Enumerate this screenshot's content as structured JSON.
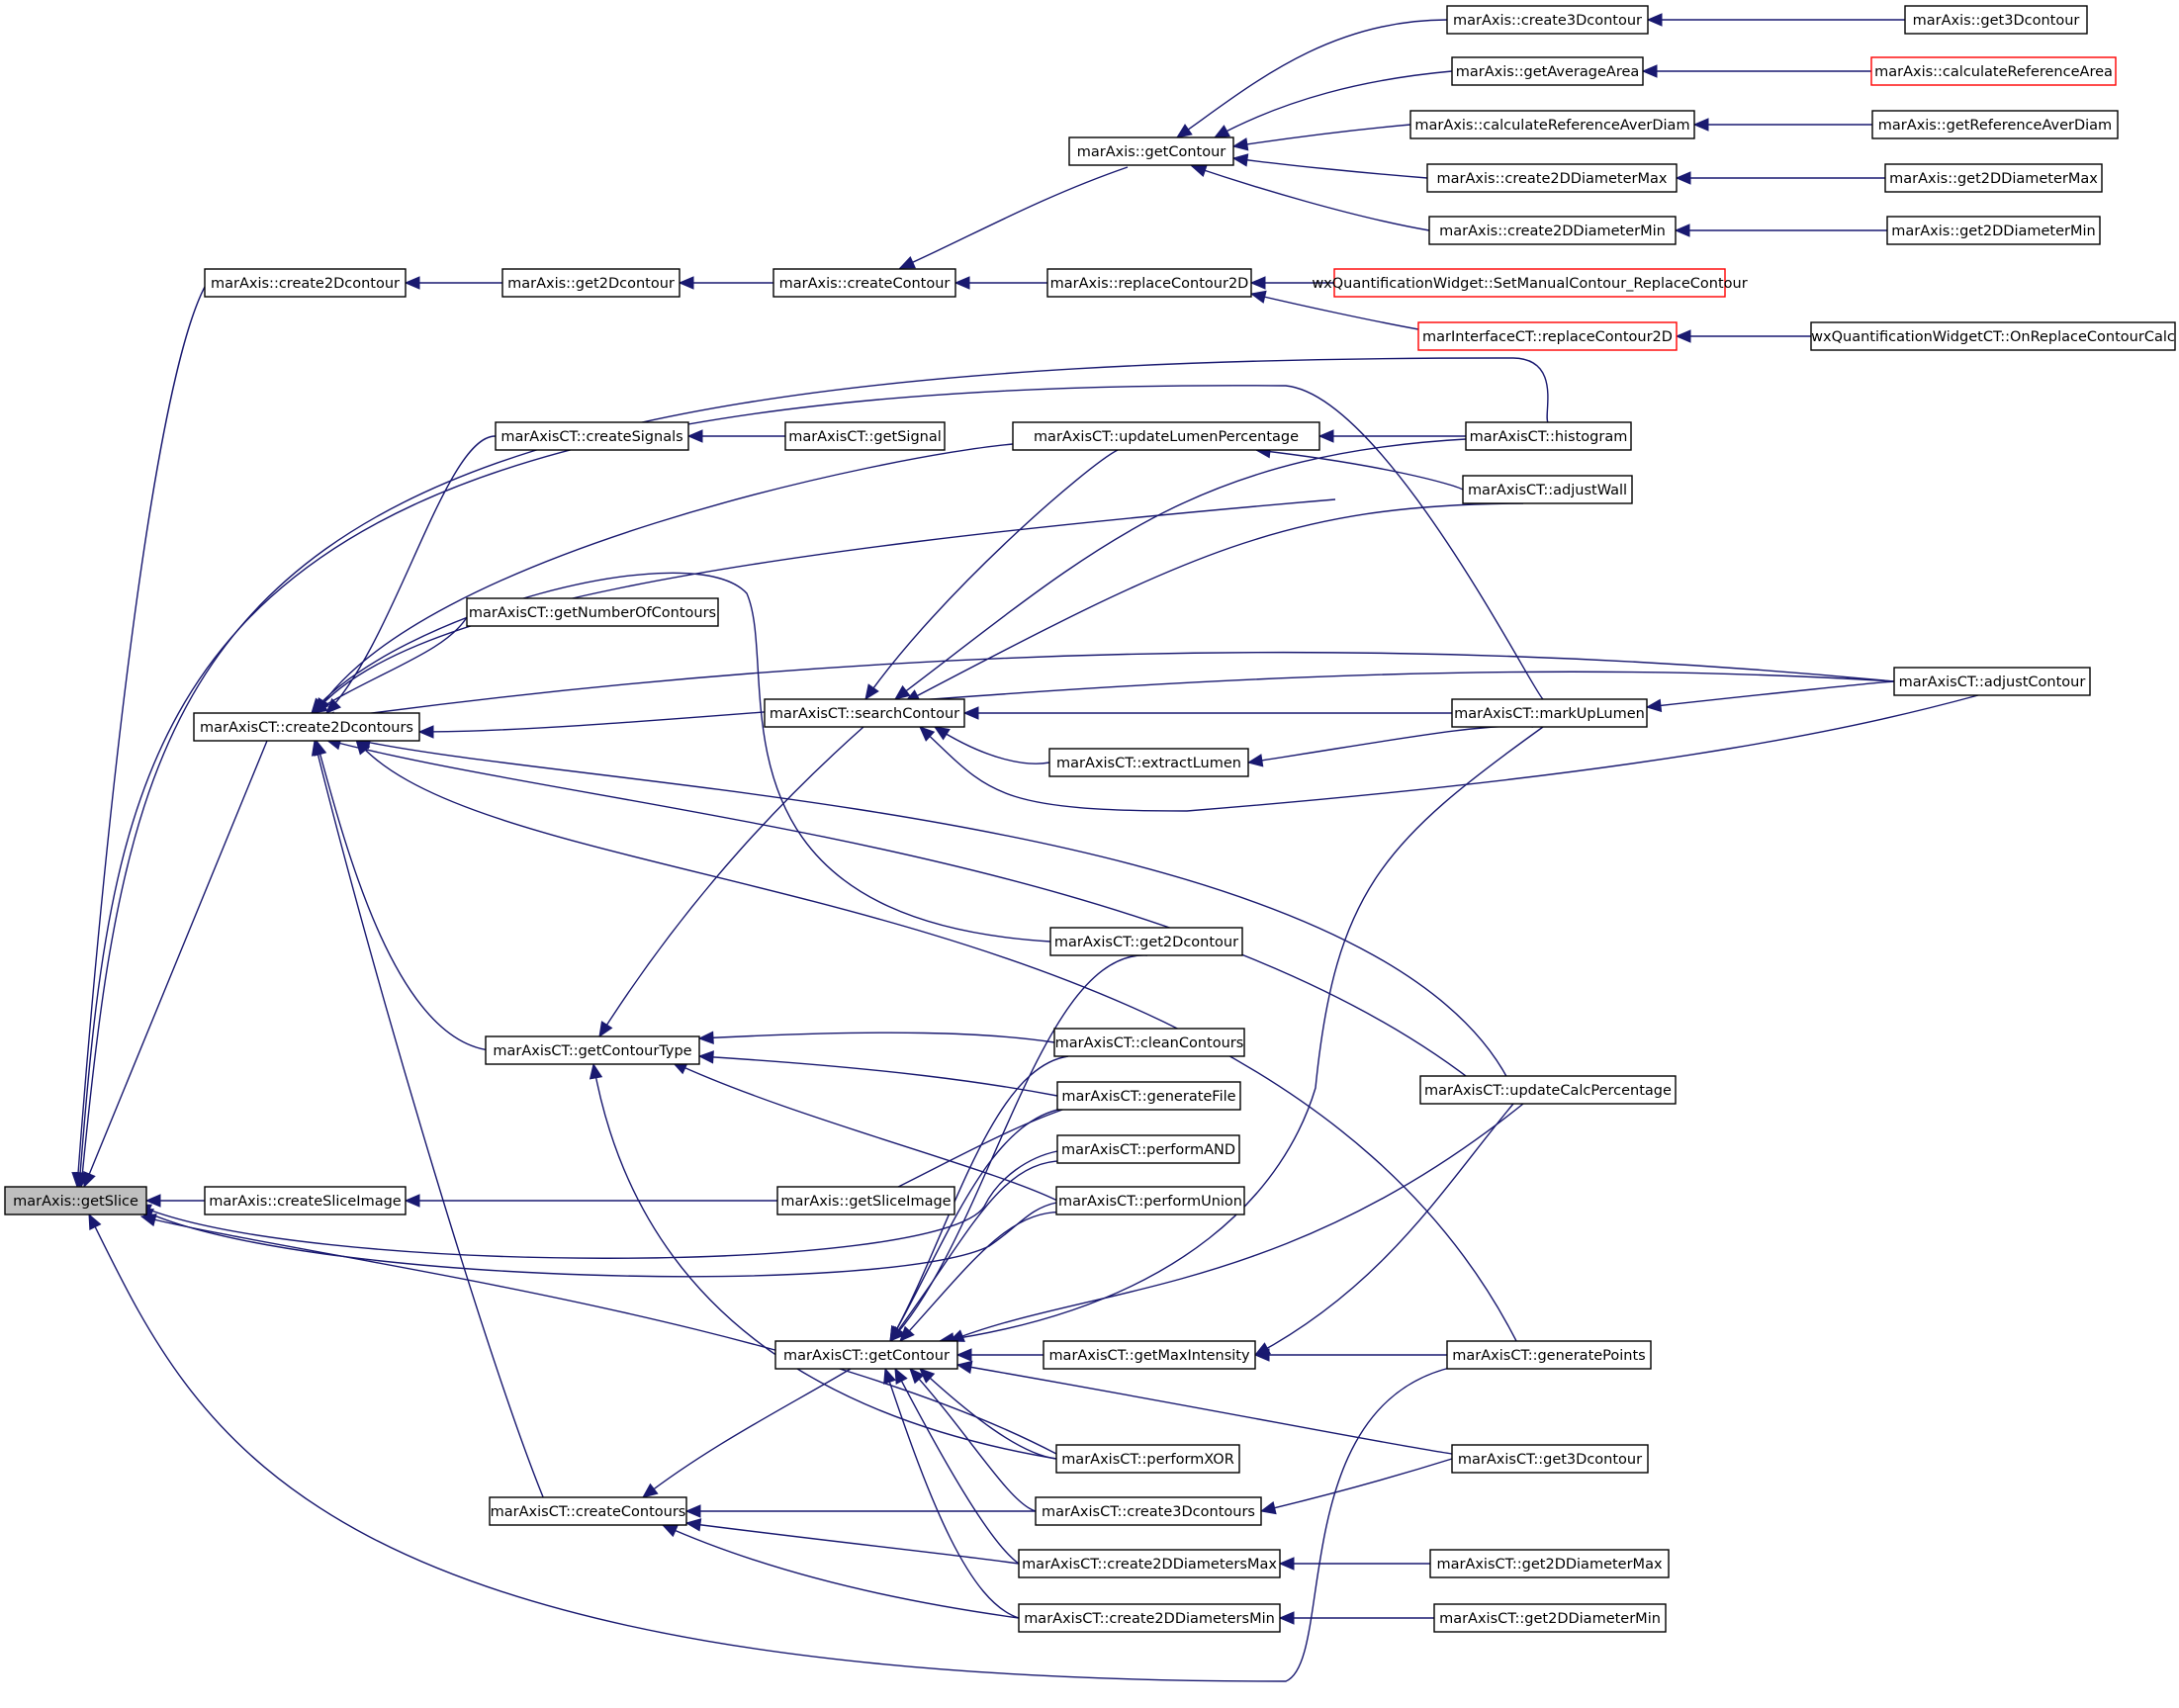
{
  "diagram": {
    "nodes": [
      {
        "id": "n0",
        "label": "marAxis::getSlice",
        "style": "root"
      },
      {
        "id": "n1",
        "label": "marAxis::create2Dcontour",
        "style": "normal"
      },
      {
        "id": "n2",
        "label": "marAxis::get2Dcontour",
        "style": "normal"
      },
      {
        "id": "n3",
        "label": "marAxis::createContour",
        "style": "normal"
      },
      {
        "id": "n4",
        "label": "marAxis::getContour",
        "style": "normal"
      },
      {
        "id": "n5",
        "label": "marAxis::create3Dcontour",
        "style": "normal"
      },
      {
        "id": "n6",
        "label": "marAxis::get3Dcontour",
        "style": "normal"
      },
      {
        "id": "n7",
        "label": "marAxis::getAverageArea",
        "style": "normal"
      },
      {
        "id": "n8",
        "label": "marAxis::calculateReferenceArea",
        "style": "red"
      },
      {
        "id": "n9",
        "label": "marAxis::calculateReferenceAverDiam",
        "style": "normal"
      },
      {
        "id": "n10",
        "label": "marAxis::getReferenceAverDiam",
        "style": "normal"
      },
      {
        "id": "n11",
        "label": "marAxis::create2DDiameterMax",
        "style": "normal"
      },
      {
        "id": "n12",
        "label": "marAxis::get2DDiameterMax",
        "style": "normal"
      },
      {
        "id": "n13",
        "label": "marAxis::create2DDiameterMin",
        "style": "normal"
      },
      {
        "id": "n14",
        "label": "marAxis::get2DDiameterMin",
        "style": "normal"
      },
      {
        "id": "n15",
        "label": "marAxis::replaceContour2D",
        "style": "normal"
      },
      {
        "id": "n16",
        "label": "wxQuantificationWidget::SetManualContour_ReplaceContour",
        "style": "red"
      },
      {
        "id": "n17",
        "label": "marInterfaceCT::replaceContour2D",
        "style": "red"
      },
      {
        "id": "n18",
        "label": "wxQuantificationWidgetCT::OnReplaceContourCalc",
        "style": "normal"
      },
      {
        "id": "n19",
        "label": "marAxisCT::create2Dcontours",
        "style": "normal"
      },
      {
        "id": "n20",
        "label": "marAxisCT::createSignals",
        "style": "normal"
      },
      {
        "id": "n21",
        "label": "marAxisCT::getSignal",
        "style": "normal"
      },
      {
        "id": "n22",
        "label": "marAxisCT::updateLumenPercentage",
        "style": "normal"
      },
      {
        "id": "n23",
        "label": "marAxisCT::histogram",
        "style": "normal"
      },
      {
        "id": "n24",
        "label": "marAxisCT::adjustWall",
        "style": "normal"
      },
      {
        "id": "n25",
        "label": "marAxisCT::getNumberOfContours",
        "style": "normal"
      },
      {
        "id": "n26",
        "label": "marAxisCT::searchContour",
        "style": "normal"
      },
      {
        "id": "n27",
        "label": "marAxisCT::adjustContour",
        "style": "normal"
      },
      {
        "id": "n28",
        "label": "marAxisCT::markUpLumen",
        "style": "normal"
      },
      {
        "id": "n29",
        "label": "marAxisCT::extractLumen",
        "style": "normal"
      },
      {
        "id": "n30",
        "label": "marAxisCT::get2Dcontour",
        "style": "normal"
      },
      {
        "id": "n31",
        "label": "marAxisCT::getContourType",
        "style": "normal"
      },
      {
        "id": "n32",
        "label": "marAxisCT::cleanContours",
        "style": "normal"
      },
      {
        "id": "n33",
        "label": "marAxisCT::generateFile",
        "style": "normal"
      },
      {
        "id": "n34",
        "label": "marAxisCT::performAND",
        "style": "normal"
      },
      {
        "id": "n35",
        "label": "marAxisCT::performUnion",
        "style": "normal"
      },
      {
        "id": "n36",
        "label": "marAxisCT::updateCalcPercentage",
        "style": "normal"
      },
      {
        "id": "n37",
        "label": "marAxis::createSliceImage",
        "style": "normal"
      },
      {
        "id": "n38",
        "label": "marAxis::getSliceImage",
        "style": "normal"
      },
      {
        "id": "n39",
        "label": "marAxisCT::getContour",
        "style": "normal"
      },
      {
        "id": "n40",
        "label": "marAxisCT::getMaxIntensity",
        "style": "normal"
      },
      {
        "id": "n41",
        "label": "marAxisCT::generatePoints",
        "style": "normal"
      },
      {
        "id": "n42",
        "label": "marAxisCT::performXOR",
        "style": "normal"
      },
      {
        "id": "n43",
        "label": "marAxisCT::get3Dcontour",
        "style": "normal"
      },
      {
        "id": "n44",
        "label": "marAxisCT::createContours",
        "style": "normal"
      },
      {
        "id": "n45",
        "label": "marAxisCT::create3Dcontours",
        "style": "normal"
      },
      {
        "id": "n46",
        "label": "marAxisCT::create2DDiametersMax",
        "style": "normal"
      },
      {
        "id": "n47",
        "label": "marAxisCT::get2DDiameterMax",
        "style": "normal"
      },
      {
        "id": "n48",
        "label": "marAxisCT::create2DDiametersMin",
        "style": "normal"
      },
      {
        "id": "n49",
        "label": "marAxisCT::get2DDiameterMin",
        "style": "normal"
      }
    ],
    "colors": {
      "edge": "#191970",
      "root_fill": "#bfbfbf",
      "red_border": "#ff0000"
    }
  }
}
